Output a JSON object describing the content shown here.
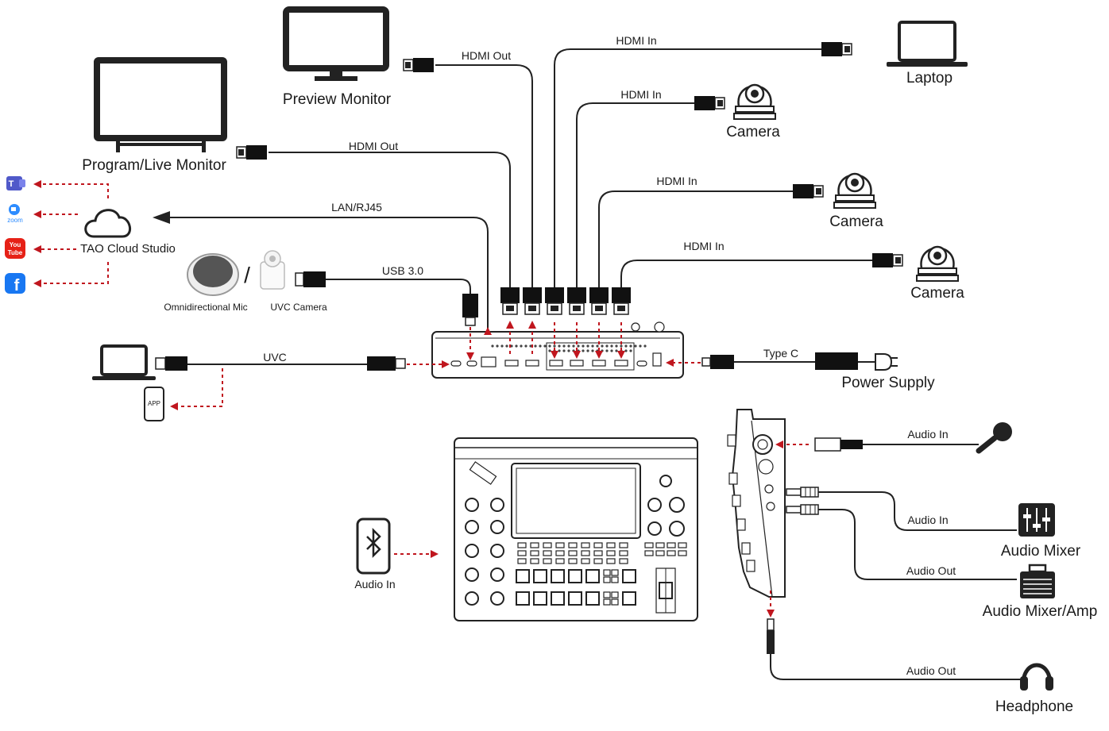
{
  "devices": {
    "preview_monitor": "Preview Monitor",
    "program_monitor": "Program/Live Monitor",
    "laptop": "Laptop",
    "camera_1": "Camera",
    "camera_2": "Camera",
    "camera_3": "Camera",
    "tao_cloud": "TAO Cloud Studio",
    "omni_mic": "Omnidirectional Mic",
    "uvc_camera": "UVC Camera",
    "power_supply": "Power Supply",
    "audio_mixer": "Audio Mixer",
    "audio_mixer_amp": "Audio Mixer/Amp",
    "headphone": "Headphone",
    "slash": "/",
    "app": "APP"
  },
  "cables": {
    "hdmi_out_preview": "HDMI Out",
    "hdmi_out_program": "HDMI Out",
    "hdmi_in_laptop": "HDMI In",
    "hdmi_in_camera_1": "HDMI In",
    "hdmi_in_camera_2": "HDMI In",
    "hdmi_in_camera_3": "HDMI In",
    "lan": "LAN/RJ45",
    "usb": "USB 3.0",
    "uvc": "UVC",
    "type_c": "Type C",
    "audio_in_mic": "Audio In",
    "audio_in_mixer": "Audio In",
    "audio_out_amp": "Audio Out",
    "audio_out_headphone": "Audio Out",
    "bluetooth_audio_in": "Audio In"
  },
  "platforms": {
    "teams": "T",
    "zoom": "zoom",
    "youtube_top": "You",
    "youtube_bottom": "Tube",
    "facebook": "f"
  },
  "colors": {
    "line": "#222222",
    "signal_arrow": "#c0161e",
    "teams": "#5059c9",
    "zoom": "#2d8cff",
    "youtube": "#e62117",
    "facebook": "#1877f2"
  }
}
